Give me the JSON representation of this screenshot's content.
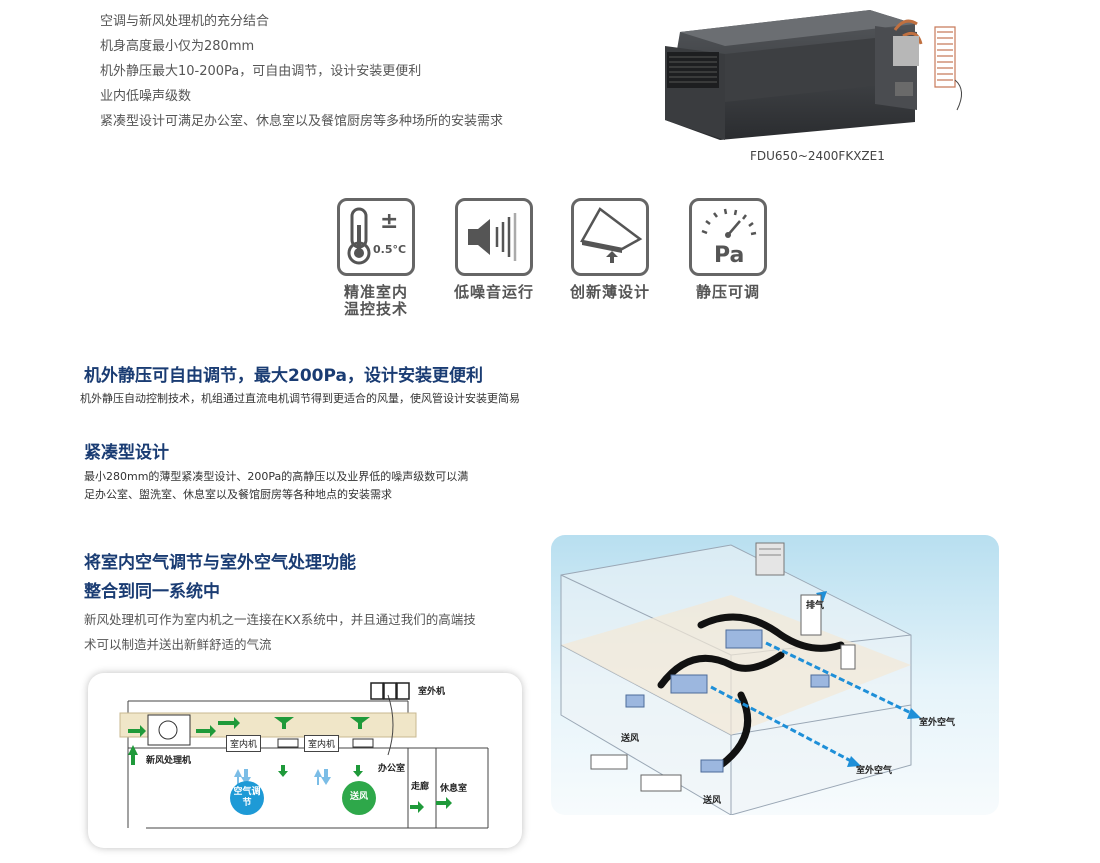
{
  "features": [
    "空调与新风处理机的充分结合",
    "机身高度最小仅为280mm",
    "机外静压最大10-200Pa，可自由调节，设计安装更便利",
    "业内低噪声级数",
    "紧凑型设计可满足办公室、休息室以及餐馆厨房等多种场所的安装需求"
  ],
  "product_caption": "FDU650~2400FKXZE1",
  "icons": [
    {
      "icon": "thermometer-icon",
      "symbol": "±",
      "value": "0.5°C",
      "label_line1": "精准室内",
      "label_line2": "温控技术"
    },
    {
      "icon": "speaker-icon",
      "label_line1": "低噪音运行"
    },
    {
      "icon": "thin-panel-icon",
      "label_line1": "创新薄设计"
    },
    {
      "icon": "pressure-gauge-icon",
      "value": "Pa",
      "label_line1": "静压可调"
    }
  ],
  "section1": {
    "title": "机外静压可自由调节，最大200Pa，设计安装更便利",
    "text": "机外静压自动控制技术，机组通过直流电机调节得到更适合的风量，使风管设计安装更简易"
  },
  "section2": {
    "title": "紧凑型设计",
    "line1": "最小280mm的薄型紧凑型设计、200Pa的高静压以及业界低的噪声级数可以满",
    "line2": "足办公室、盥洗室、休息室以及餐馆厨房等各种地点的安装需求"
  },
  "section3": {
    "title1": "将室内空气调节与室外空气处理功能",
    "title2": "整合到同一系统中",
    "line1": "新风处理机可作为室内机之一连接在KX系统中，并且通过我们的高端技",
    "line2": "术可以制造并送出新鲜舒适的气流"
  },
  "diagram_left": {
    "outdoor_unit": "室外机",
    "indoor_unit_1": "室内机",
    "indoor_unit_2": "室内机",
    "fresh_air_unit": "新风处理机",
    "office": "办公室",
    "air_conditioning": "空气调节",
    "supply_air_circle": "送风",
    "corridor": "走廊",
    "lounge": "休息室"
  },
  "diagram_right": {
    "exhaust": "排气",
    "outdoor_air_1": "室外空气",
    "outdoor_air_2": "室外空气",
    "supply_air_1": "送风",
    "supply_air_2": "送风"
  },
  "colors": {
    "heading": "#1a3c73",
    "arrow_green": "#1f9a3a",
    "arrow_blue": "#1e8fd8",
    "duct_beige": "#f0e6c8"
  }
}
